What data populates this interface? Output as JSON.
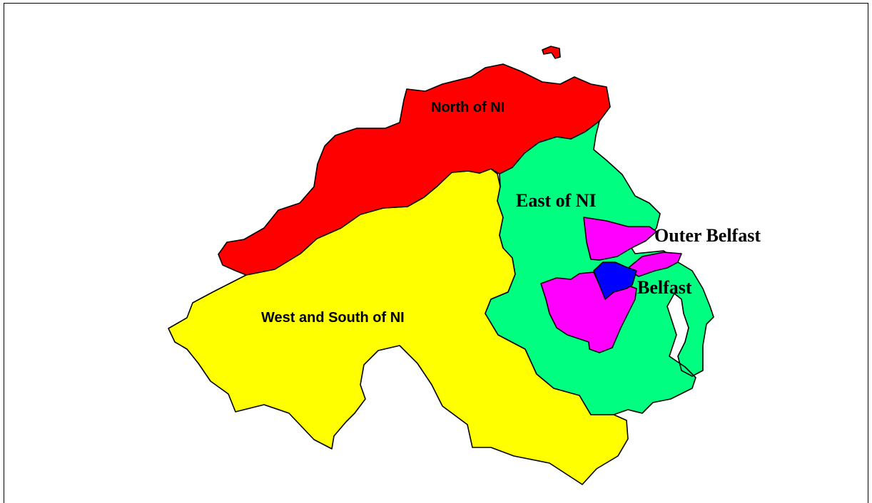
{
  "map": {
    "regions": [
      {
        "id": "north",
        "label": "North of NI",
        "color": "#ff0000"
      },
      {
        "id": "west-south",
        "label": "West and South of NI",
        "color": "#ffff00"
      },
      {
        "id": "east",
        "label": "East of NI",
        "color": "#00ff80"
      },
      {
        "id": "outer-belfast",
        "label": "Outer Belfast",
        "color": "#ff00ff"
      },
      {
        "id": "belfast",
        "label": "Belfast",
        "color": "#0000ff"
      }
    ],
    "water_color": "#ffffff",
    "outline_color": "#000000"
  }
}
